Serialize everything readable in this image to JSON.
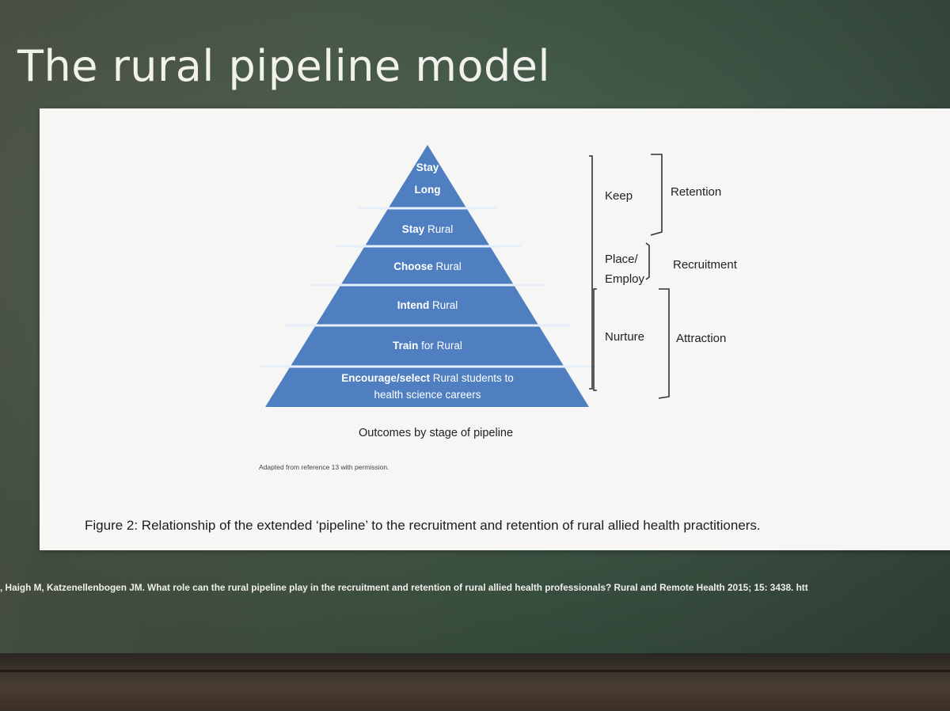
{
  "slide": {
    "title": "The rural pipeline model",
    "citation": ", Haigh M, Katzenellenbogen JM. What role can the rural pipeline play in the recruitment and retention of rural allied health professionals? Rural and Remote Health 2015; 15: 3438. htt"
  },
  "figure": {
    "pyramid": [
      {
        "bold": "Stay",
        "rest": ""
      },
      {
        "bold": "Long",
        "rest": ""
      },
      {
        "bold": "Stay",
        "rest": " Rural"
      },
      {
        "bold": "Choose",
        "rest": " Rural"
      },
      {
        "bold": "Intend",
        "rest": " Rural"
      },
      {
        "bold": "Train",
        "rest": " for Rural"
      },
      {
        "bold": "Encourage/select",
        "rest": " Rural students to",
        "line2": "health science careers"
      }
    ],
    "stages": {
      "keep": "Keep",
      "place_line1": "Place/",
      "place_line2": "Employ",
      "nurture": "Nurture"
    },
    "outcomes": {
      "retention": "Retention",
      "recruitment": "Recruitment",
      "attraction": "Attraction"
    },
    "outcomes_caption": "Outcomes by stage of pipeline",
    "adapted_note": "Adapted from reference 13 with permission.",
    "caption": "Figure 2: Relationship of the extended ‘pipeline’ to the recruitment and retention of rural allied health practitioners.",
    "colors": {
      "pyramid_fill": "#4f7fc0",
      "divider": "#e6eefa",
      "panel": "#f6f6f4"
    }
  }
}
